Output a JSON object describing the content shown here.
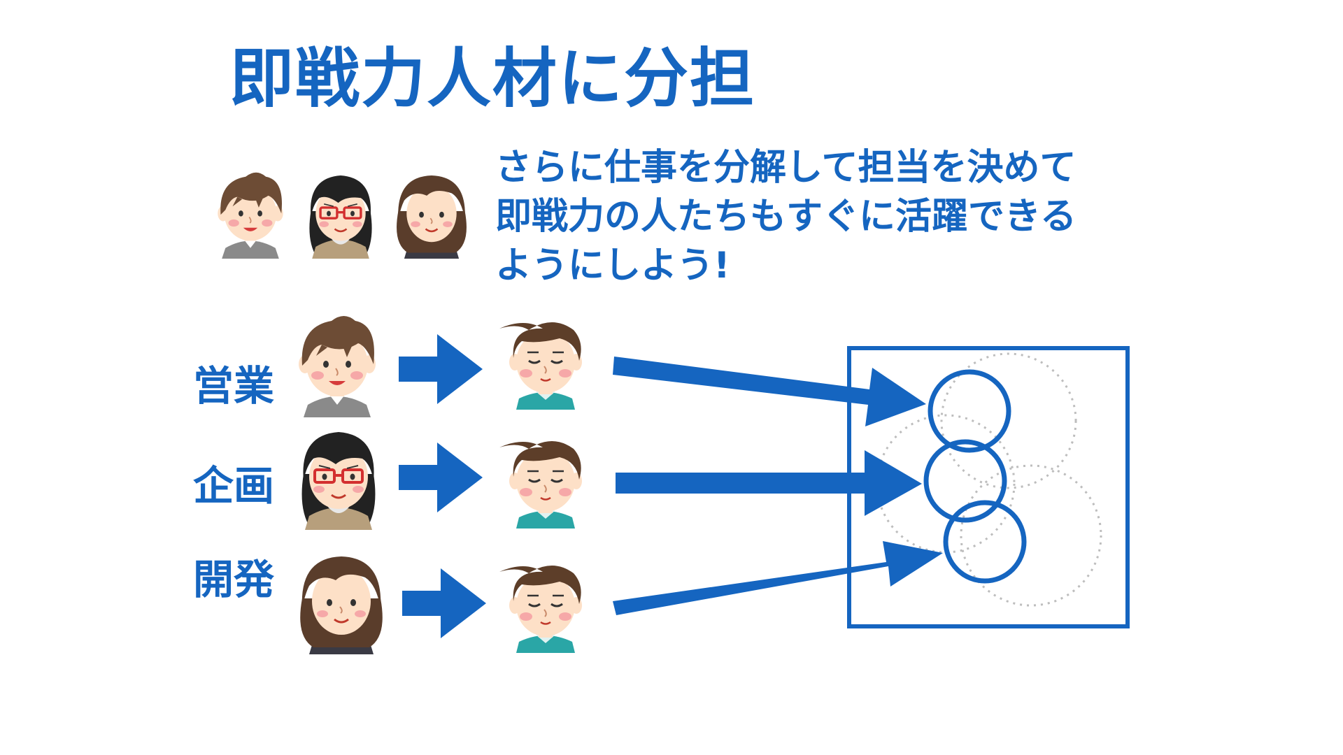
{
  "title": "即戦力人材に分担",
  "description_lines": [
    "さらに仕事を分解して担当を決めて",
    "即戦力の人たちもすぐに活躍できる",
    "ようにしよう!"
  ],
  "roles": [
    {
      "label": "営業",
      "person": "short-hair-man"
    },
    {
      "label": "企画",
      "person": "glasses-woman"
    },
    {
      "label": "開発",
      "person": "long-hair-person"
    }
  ],
  "colors": {
    "accent": "#1565c0",
    "arrow": "#1565c0",
    "dotted_circle": "#bdbdbd",
    "skin": "#fde0c7",
    "cheek": "#f6a8a8",
    "hair_brown": "#6d4c35",
    "hair_black": "#222222",
    "shirt_teal": "#2aa6a6"
  }
}
